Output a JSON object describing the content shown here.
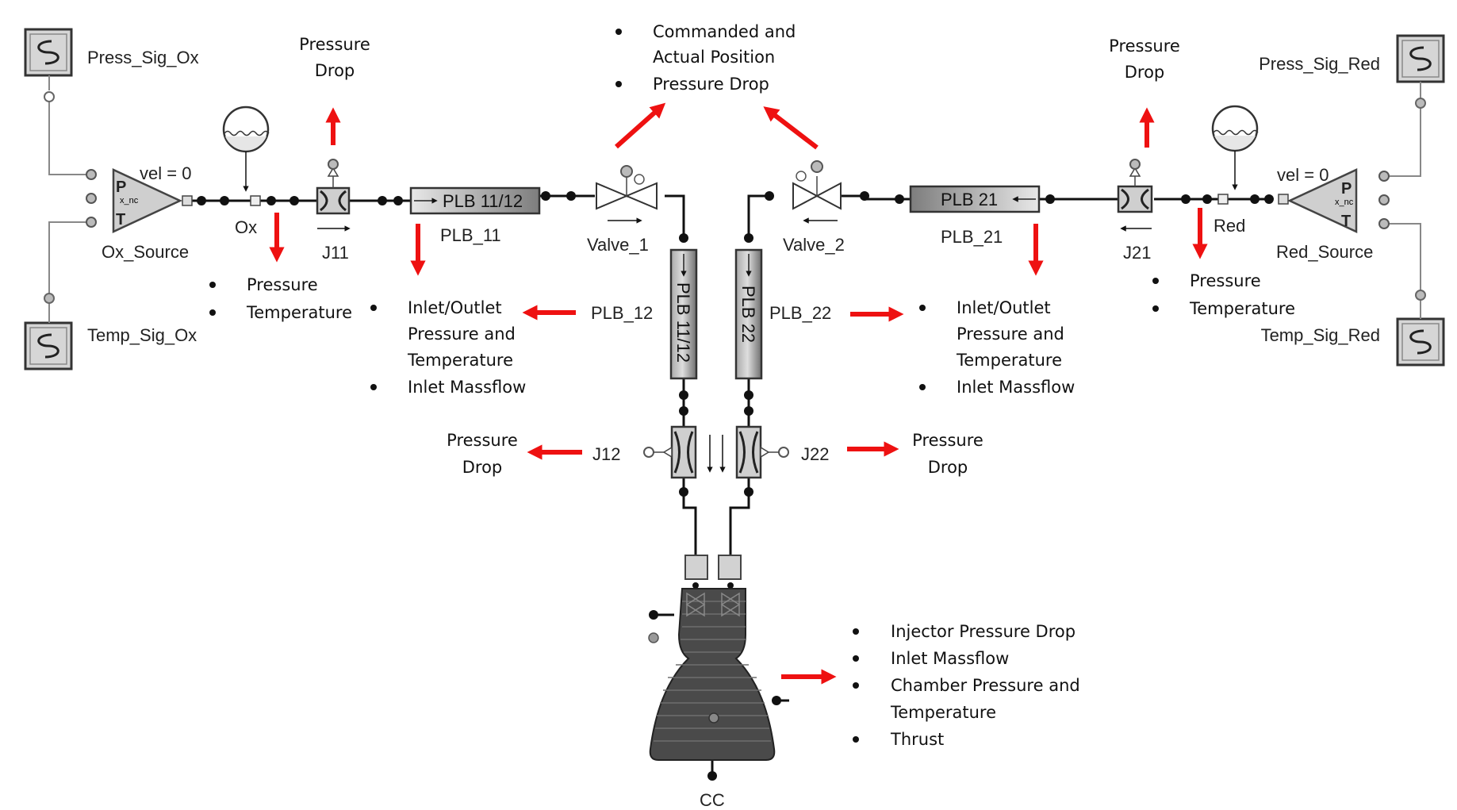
{
  "colors": {
    "arrow": "#ee1111",
    "line": "#111111",
    "wire": "#888888",
    "pipe_dark": "#7d7d7d",
    "pipe_light": "#d4d4d4",
    "engine": "#4a4a4a",
    "port": "#b5b5b5"
  },
  "icons": {
    "signal": "signal-source-icon",
    "tank": "reservoir-icon",
    "valve": "valve-icon",
    "junction": "junction-icon",
    "engine": "rocket-engine-icon"
  },
  "components": {
    "press_sig_ox": "Press_Sig_Ox",
    "temp_sig_ox": "Temp_Sig_Ox",
    "press_sig_red": "Press_Sig_Red",
    "temp_sig_red": "Temp_Sig_Red",
    "ox_source": "Ox_Source",
    "red_source": "Red_Source",
    "ox_source_vel": "vel = 0",
    "red_source_vel": "vel = 0",
    "src_p": "P",
    "src_t": "T",
    "src_xnc": "x_nc",
    "ox": "Ox",
    "red": "Red",
    "j11": "J11",
    "j21": "J21",
    "j12": "J12",
    "j22": "J22",
    "plb_11_12_pipe": "PLB 11/12",
    "plb_11": "PLB_11",
    "plb_21_pipe": "PLB 21",
    "plb_21": "PLB_21",
    "valve_1": "Valve_1",
    "valve_2": "Valve_2",
    "plb_12_pipe": "PLB 11/12",
    "plb_12": "PLB_12",
    "plb_22_pipe": "PLB 22",
    "plb_22": "PLB_22",
    "cc": "CC"
  },
  "annotations": {
    "j11_drop": [
      "Pressure",
      "Drop"
    ],
    "j21_drop": [
      "Pressure",
      "Drop"
    ],
    "valves": [
      "Commanded and",
      "Actual Position",
      "Pressure Drop"
    ],
    "ox_node": [
      "Pressure",
      "Temperature"
    ],
    "red_node": [
      "Pressure",
      "Temperature"
    ],
    "plb_11": [
      "Inlet/Outlet",
      "Pressure and",
      "Temperature",
      "Inlet Massflow"
    ],
    "plb_21": [
      "Inlet/Outlet",
      "Pressure and",
      "Temperature",
      "Inlet Massflow"
    ],
    "j12_drop": [
      "Pressure",
      "Drop"
    ],
    "j22_drop": [
      "Pressure",
      "Drop"
    ],
    "cc": [
      "Injector Pressure Drop",
      "Inlet Massflow",
      "Chamber Pressure and",
      "Temperature",
      "Thrust"
    ]
  }
}
